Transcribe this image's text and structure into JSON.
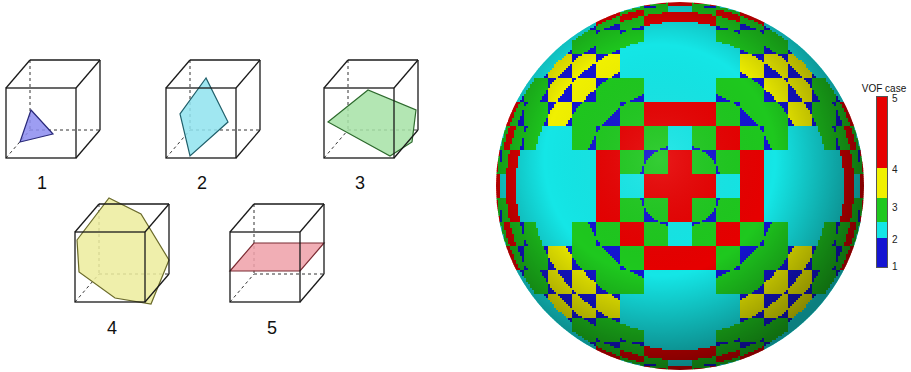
{
  "diagram": {
    "labels": [
      "1",
      "2",
      "3",
      "4",
      "5",
      "VOF case"
    ],
    "legend": [
      {
        "text": "5",
        "color": "#e60000"
      },
      {
        "text": "4",
        "color": "#f0f000"
      },
      {
        "text": "3",
        "color": "#1ec81e"
      },
      {
        "text": "2",
        "color": "#14e6e6"
      },
      {
        "text": "1",
        "color": "#1414d2"
      }
    ]
  }
}
